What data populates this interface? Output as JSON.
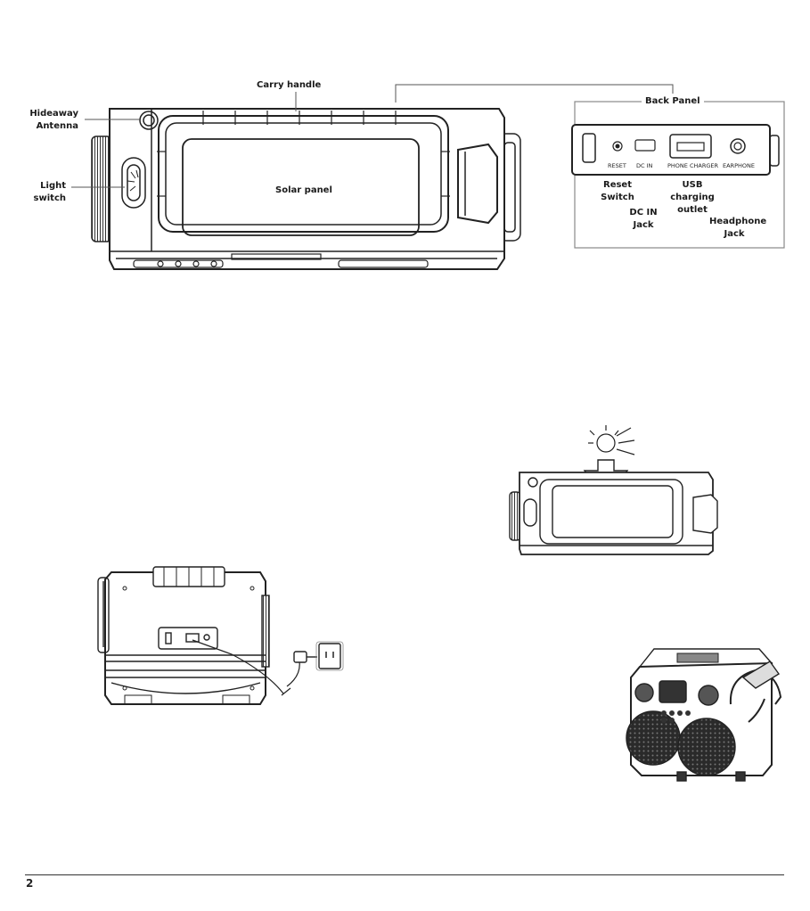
{
  "labels": {
    "carry_handle": "Carry handle",
    "hideaway_antenna_1": "Hideaway",
    "hideaway_antenna_2": "Antenna",
    "light_switch_1": "Light",
    "light_switch_2": "switch",
    "solar_panel": "Solar panel",
    "back_panel": "Back Panel",
    "reset_switch_1": "Reset",
    "reset_switch_2": "Switch",
    "dc_in_jack_1": "DC IN",
    "dc_in_jack_2": "Jack",
    "usb_outlet_1": "USB",
    "usb_outlet_2": "charging",
    "usb_outlet_3": "outlet",
    "headphone_jack_1": "Headphone",
    "headphone_jack_2": "Jack"
  },
  "back_panel_ports": {
    "reset": "RESET",
    "dc_in": "DC IN",
    "phone_charger": "PHONE CHARGER",
    "earphone": "EARPHONE"
  },
  "page_number": "2"
}
